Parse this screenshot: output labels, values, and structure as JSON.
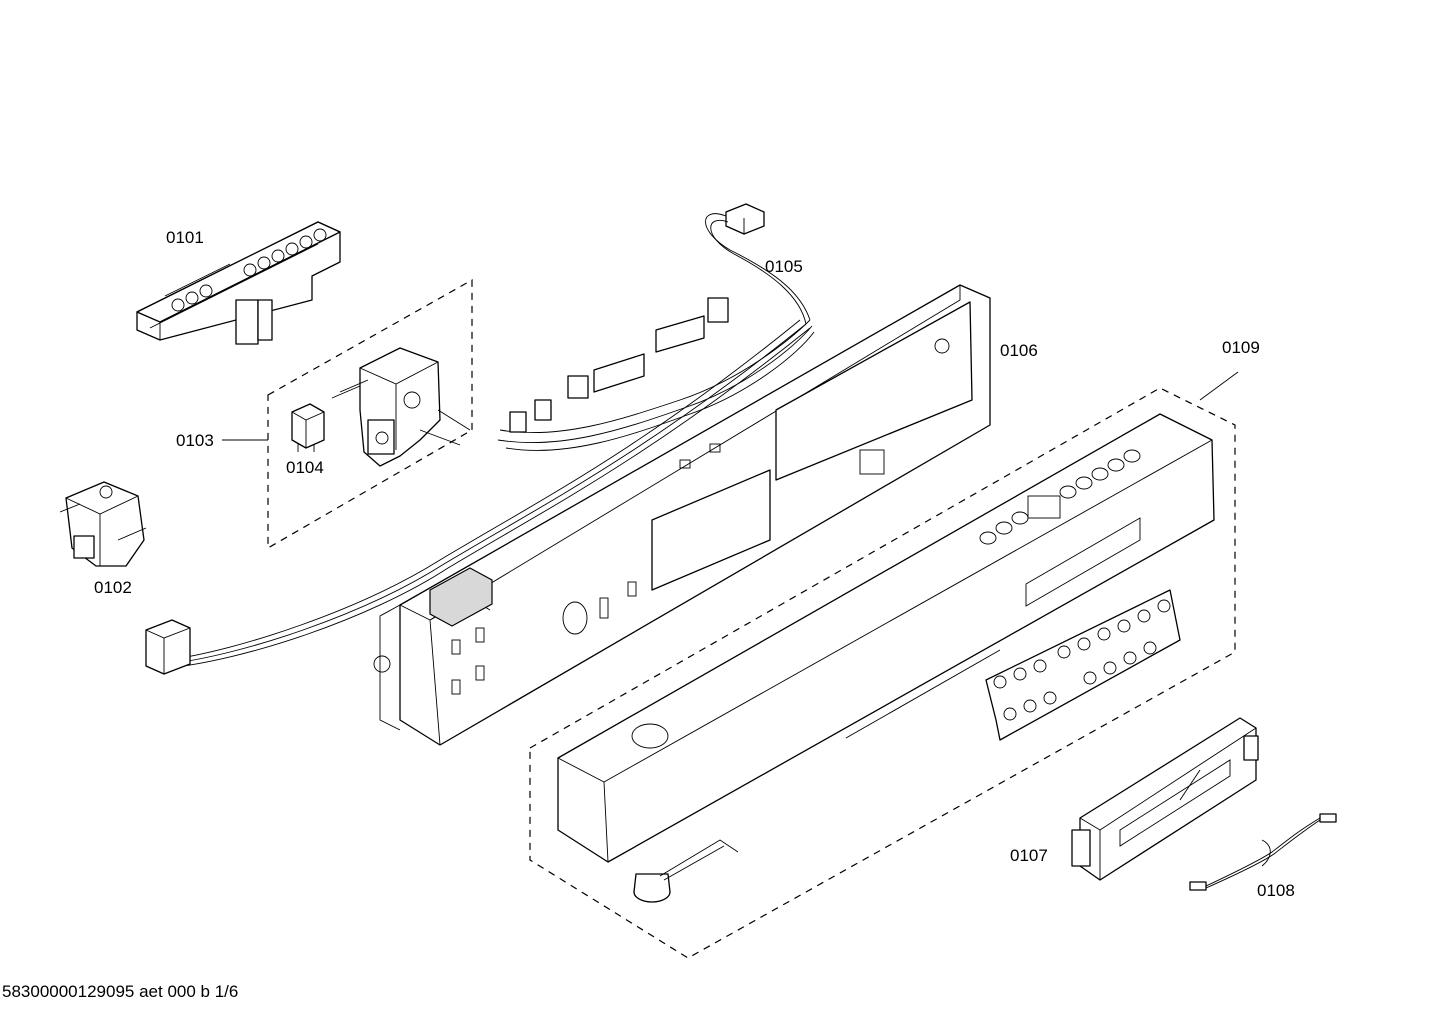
{
  "parts": {
    "p0101": "0101",
    "p0102": "0102",
    "p0103": "0103",
    "p0104": "0104",
    "p0105": "0105",
    "p0106": "0106",
    "p0107": "0107",
    "p0108": "0108",
    "p0109": "0109"
  },
  "footer": "58300000129095 aet 000 b 1/6"
}
